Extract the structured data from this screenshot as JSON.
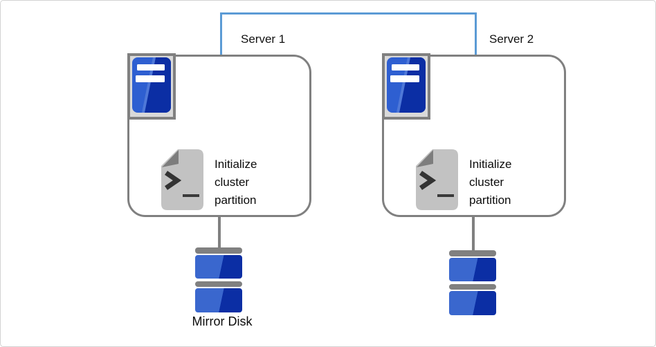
{
  "connector": {
    "name": "cluster-interconnect",
    "color": "#5b9bd5"
  },
  "servers": [
    {
      "label": "Server 1",
      "task_text": "Initialize\ncluster\npartition"
    },
    {
      "label": "Server 2",
      "task_text": "Initialize\ncluster\npartition"
    }
  ],
  "storage": {
    "left_disk_label": "Mirror Disk"
  },
  "icons": {
    "server_unit": "server-tower-icon",
    "task": "shell-script-icon",
    "storage": "disk-stack-icon"
  },
  "colors": {
    "interconnect_blue": "#5b9bd5",
    "outline_gray": "#808080",
    "unit_panel_gray": "#d9d9d9",
    "server_blue_light": "#2e5fd1",
    "server_blue_dark": "#0b2ea4",
    "disk_blue_light": "#3a67ce",
    "disk_blue_dark": "#0b2ea4",
    "document_gray": "#c2c2c2",
    "document_fold_gray": "#7d7d7d",
    "glyph_dark": "#333333",
    "canvas_border": "#d2d2d2"
  }
}
